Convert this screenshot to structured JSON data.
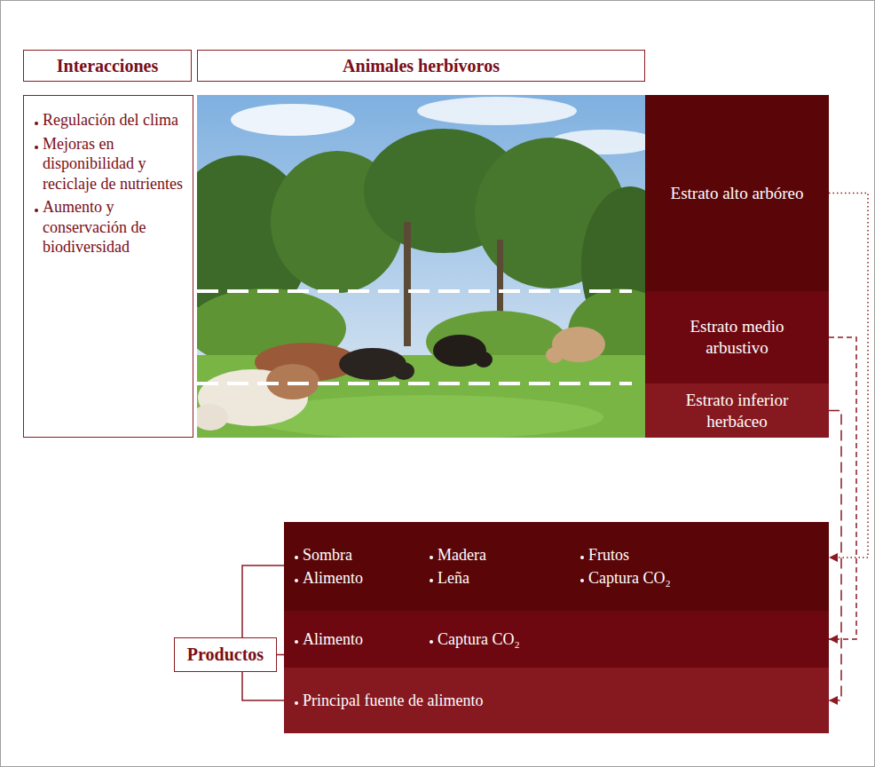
{
  "diagram": {
    "nodes": [
      {
        "text": [
          "Interacciones"
        ]
      },
      {
        "text": [
          "Regulación del clima",
          "Mejoras en disponibilidad y reciclaje de nutrientes",
          "Aumento y conservación de biodiversidad"
        ]
      },
      {
        "text": [
          "Animales herbívoros"
        ]
      },
      {
        "text": [
          "Estrato alto arbóreo"
        ]
      },
      {
        "text": [
          "Estrato medio arbustivo"
        ]
      },
      {
        "text": [
          "Estrato inferior herbáceo"
        ]
      },
      {
        "text": [
          "Productos"
        ]
      },
      {
        "text": [
          "Sombra",
          "Madera",
          "Frutos",
          "Alimento",
          "Leña",
          "Captura CO₂"
        ]
      },
      {
        "text": [
          "Alimento",
          "Captura CO₂"
        ]
      },
      {
        "text": [
          "Principal fuente de alimento"
        ]
      }
    ],
    "edges": [
      {
        "from": 3,
        "to": 7,
        "arrow": "to"
      },
      {
        "from": 4,
        "to": 8,
        "arrow": "to"
      },
      {
        "from": 5,
        "to": 9,
        "arrow": "to"
      },
      {
        "from": 6,
        "to": 7,
        "arrow": "none"
      },
      {
        "from": 6,
        "to": 8,
        "arrow": "none"
      },
      {
        "from": 6,
        "to": 9,
        "arrow": "none"
      }
    ]
  }
}
